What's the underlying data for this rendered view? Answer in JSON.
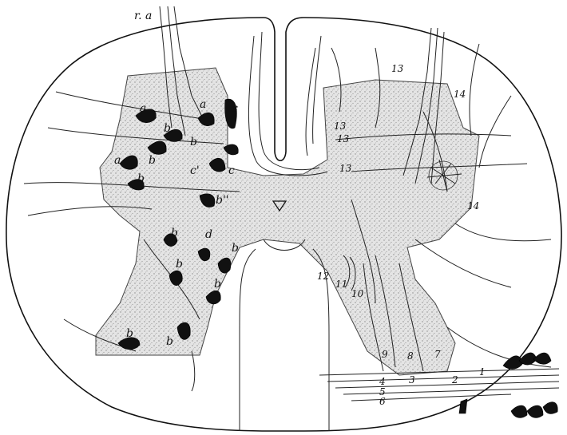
{
  "figure": {
    "labels": {
      "nerve_root": "r. a",
      "a": "a",
      "b": "b",
      "c": "c",
      "c_prime": "c'",
      "b_double_prime": "b''",
      "d": "d",
      "n1": "1",
      "n2": "2",
      "n3": "3",
      "n4": "4",
      "n5": "5",
      "n6": "6",
      "n7": "7",
      "n8": "8",
      "n9": "9",
      "n10": "10",
      "n11": "11",
      "n12": "12",
      "n13": "13",
      "n14": "14"
    }
  }
}
